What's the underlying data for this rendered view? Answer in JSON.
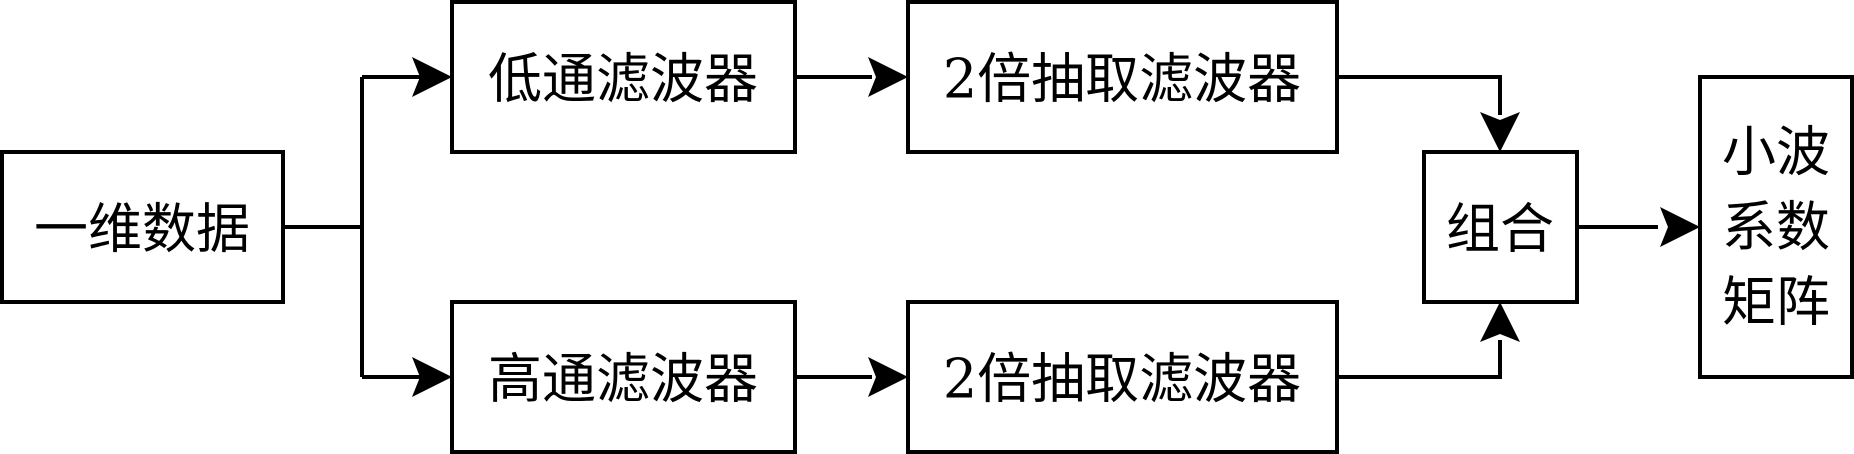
{
  "colors": {
    "stroke": "#000000",
    "background": "#ffffff"
  },
  "nodes": {
    "input": {
      "label": "一维数据"
    },
    "lowpass": {
      "label": "低通滤波器"
    },
    "highpass": {
      "label": "高通滤波器"
    },
    "decimate_top": {
      "label": "2倍抽取滤波器"
    },
    "decimate_bottom": {
      "label": "2倍抽取滤波器"
    },
    "combine": {
      "label": "组合"
    },
    "output": {
      "lines": [
        "小波",
        "系数",
        "矩阵"
      ]
    }
  }
}
